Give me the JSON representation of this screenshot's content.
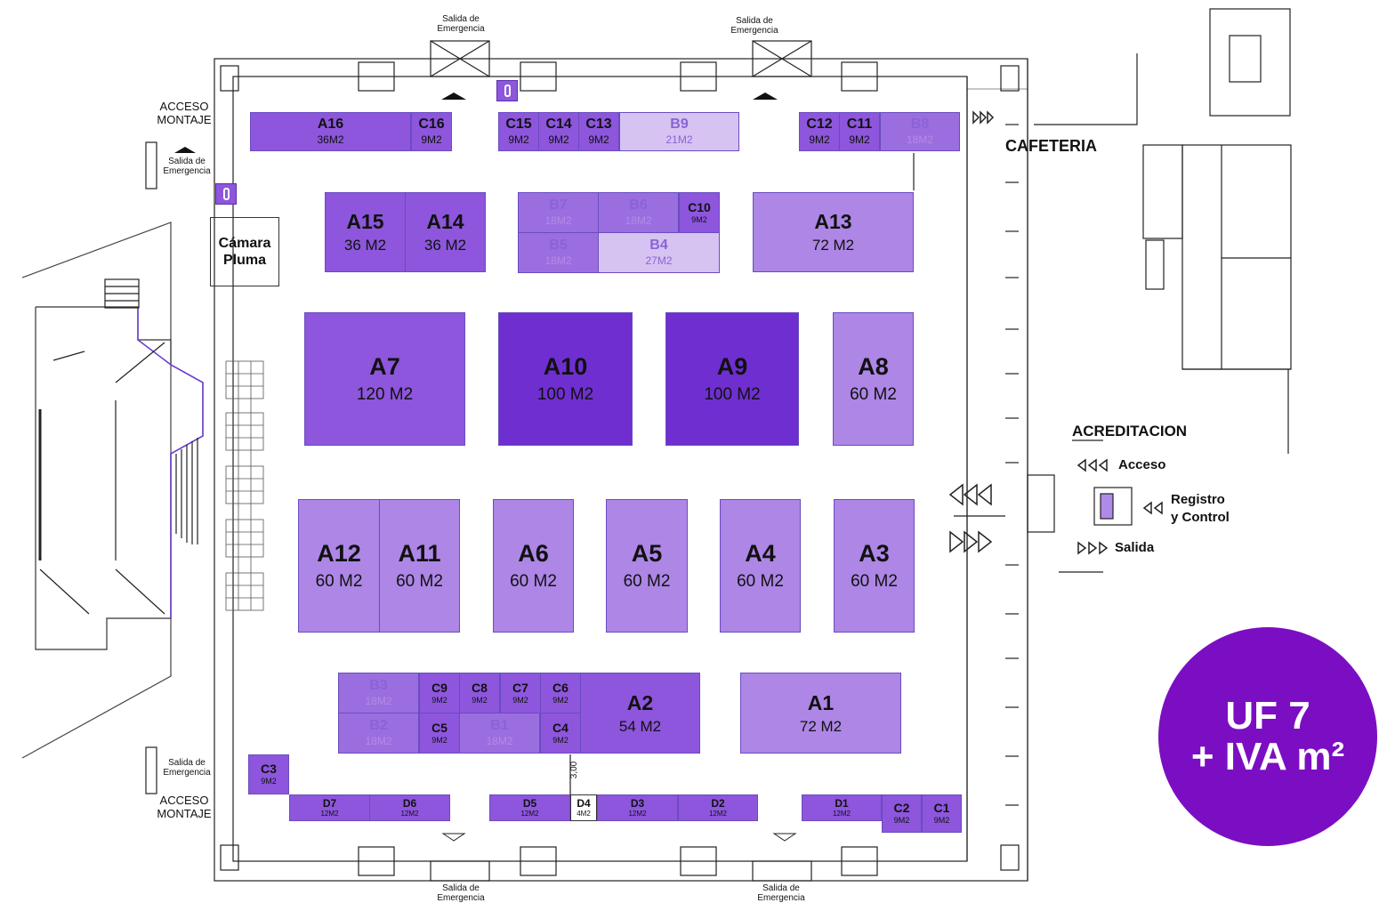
{
  "badge": {
    "line1": "UF 7",
    "line2": "+ IVA m²"
  },
  "labels": {
    "cafeteria": "CAFETERIA",
    "acreditacion": "ACREDITACION",
    "acceso": "Acceso",
    "registro": "Registro",
    "control": "y Control",
    "salida": "Salida",
    "camara_1": "Cámara",
    "camara_2": "Pluma",
    "acceso_montaje_1": "ACCESO",
    "acceso_montaje_2": "MONTAJE",
    "salida_emergencia_1": "Salida de",
    "salida_emergencia_2": "Emergencia",
    "dimension": "3,00"
  },
  "booths": [
    {
      "id": "A16",
      "area": "36M2",
      "tone": "c2"
    },
    {
      "id": "C16",
      "area": "9M2",
      "tone": "c2"
    },
    {
      "id": "C15",
      "area": "9M2",
      "tone": "c2"
    },
    {
      "id": "C14",
      "area": "9M2",
      "tone": "c2"
    },
    {
      "id": "C13",
      "area": "9M2",
      "tone": "c2"
    },
    {
      "id": "B9",
      "area": "21M2",
      "tone": "c4"
    },
    {
      "id": "C12",
      "area": "9M2",
      "tone": "c2"
    },
    {
      "id": "C11",
      "area": "9M2",
      "tone": "c2"
    },
    {
      "id": "B8",
      "area": "18M2",
      "tone": "c5"
    },
    {
      "id": "A15",
      "area": "36 M2",
      "tone": "c2"
    },
    {
      "id": "A14",
      "area": "36 M2",
      "tone": "c2"
    },
    {
      "id": "B7",
      "area": "18M2",
      "tone": "c5"
    },
    {
      "id": "B6",
      "area": "18M2",
      "tone": "c5"
    },
    {
      "id": "C10",
      "area": "9M2",
      "tone": "c2"
    },
    {
      "id": "B5",
      "area": "18M2",
      "tone": "c5"
    },
    {
      "id": "B4",
      "area": "27M2",
      "tone": "c4"
    },
    {
      "id": "A13",
      "area": "72 M2",
      "tone": "c3"
    },
    {
      "id": "A7",
      "area": "120 M2",
      "tone": "c2"
    },
    {
      "id": "A10",
      "area": "100 M2",
      "tone": "c1"
    },
    {
      "id": "A9",
      "area": "100 M2",
      "tone": "c1"
    },
    {
      "id": "A8",
      "area": "60 M2",
      "tone": "c3"
    },
    {
      "id": "A12",
      "area": "60 M2",
      "tone": "c3"
    },
    {
      "id": "A11",
      "area": "60 M2",
      "tone": "c3"
    },
    {
      "id": "A6",
      "area": "60 M2",
      "tone": "c3"
    },
    {
      "id": "A5",
      "area": "60 M2",
      "tone": "c3"
    },
    {
      "id": "A4",
      "area": "60 M2",
      "tone": "c3"
    },
    {
      "id": "A3",
      "area": "60 M2",
      "tone": "c3"
    },
    {
      "id": "B3",
      "area": "18M2",
      "tone": "c5"
    },
    {
      "id": "C9",
      "area": "9M2",
      "tone": "c2"
    },
    {
      "id": "C8",
      "area": "9M2",
      "tone": "c2"
    },
    {
      "id": "C7",
      "area": "9M2",
      "tone": "c2"
    },
    {
      "id": "C6",
      "area": "9M2",
      "tone": "c2"
    },
    {
      "id": "B2",
      "area": "18M2",
      "tone": "c5"
    },
    {
      "id": "C5",
      "area": "9M2",
      "tone": "c2"
    },
    {
      "id": "B1",
      "area": "18M2",
      "tone": "c5"
    },
    {
      "id": "C4",
      "area": "9M2",
      "tone": "c2"
    },
    {
      "id": "A2",
      "area": "54 M2",
      "tone": "c2"
    },
    {
      "id": "A1",
      "area": "72 M2",
      "tone": "c3"
    },
    {
      "id": "C3",
      "area": "9M2",
      "tone": "c2"
    },
    {
      "id": "D7",
      "area": "12M2",
      "tone": "c2"
    },
    {
      "id": "D6",
      "area": "12M2",
      "tone": "c2"
    },
    {
      "id": "D5",
      "area": "12M2",
      "tone": "c2"
    },
    {
      "id": "D4",
      "area": "4M2",
      "tone": "c6"
    },
    {
      "id": "D3",
      "area": "12M2",
      "tone": "c2"
    },
    {
      "id": "D2",
      "area": "12M2",
      "tone": "c2"
    },
    {
      "id": "D1",
      "area": "12M2",
      "tone": "c2"
    },
    {
      "id": "C2",
      "area": "9M2",
      "tone": "c2"
    },
    {
      "id": "C1",
      "area": "9M2",
      "tone": "c2"
    }
  ]
}
